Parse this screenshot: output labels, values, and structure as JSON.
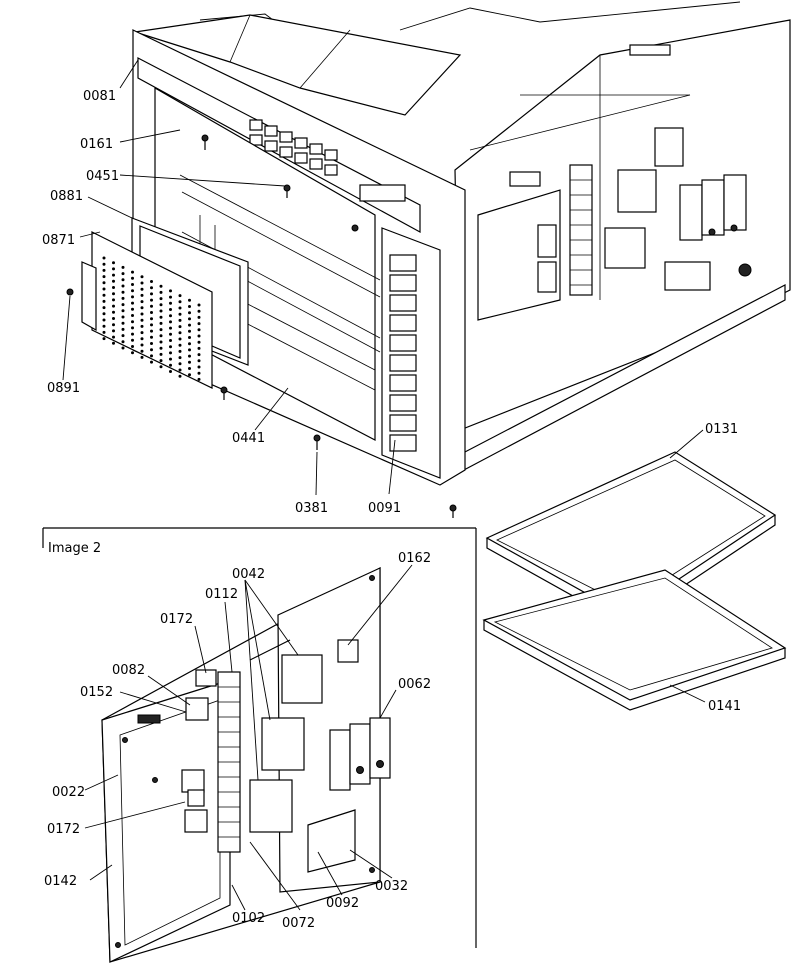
{
  "section_label": "Image 2",
  "callouts": {
    "c0081": "0081",
    "c0161": "0161",
    "c0451": "0451",
    "c0881": "0881",
    "c0871": "0871",
    "c0891": "0891",
    "c0441": "0441",
    "c0381": "0381",
    "c0091": "0091",
    "c0131": "0131",
    "c0141": "0141",
    "c0042": "0042",
    "c0162": "0162",
    "c0112": "0112",
    "c0172a": "0172",
    "c0082": "0082",
    "c0152": "0152",
    "c0062": "0062",
    "c0022": "0022",
    "c0172b": "0172",
    "c0142": "0142",
    "c0102": "0102",
    "c0072": "0072",
    "c0092": "0092",
    "c0032": "0032"
  }
}
